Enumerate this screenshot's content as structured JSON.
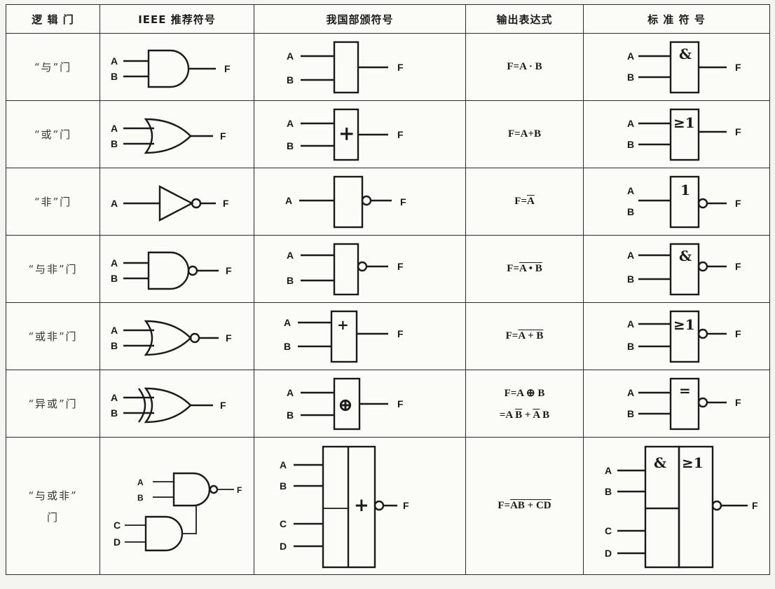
{
  "headers": {
    "gate": "逻 辑 门",
    "ieee": "IEEE 推荐符号",
    "national": "我国部颁符号",
    "expression": "输出表达式",
    "standard": "标 准 符 号"
  },
  "rows": [
    {
      "name": "“与”门",
      "expr": "F=A · B"
    },
    {
      "name": "“或”门",
      "expr": "F=A+B"
    },
    {
      "name": "“非”门",
      "expr_prefix": "F=",
      "expr_bar": "A"
    },
    {
      "name": "“与非”门",
      "expr_prefix": "F=",
      "expr_bar": "A • B"
    },
    {
      "name": "“或非”门",
      "expr_prefix": "F=",
      "expr_bar": "A + B"
    },
    {
      "name": "“异或”门",
      "expr_line1": "F=A ⊕ B",
      "expr_line2_a": "=A",
      "expr_line2_b": "B",
      "expr_line2_c": "+",
      "expr_line2_d": "A",
      "expr_line2_e": "B"
    },
    {
      "name_line1": "“与或非”",
      "name_line2": "门",
      "expr_prefix": "F=",
      "expr_bar": "AB + CD"
    }
  ],
  "labels": {
    "A": "A",
    "B": "B",
    "C": "C",
    "D": "D",
    "F": "F"
  },
  "symbols": {
    "and": "&",
    "or_ge1": "≥1",
    "not": "1",
    "or_plus": "+",
    "xor_circle": "⊕",
    "xor_eq": "="
  }
}
